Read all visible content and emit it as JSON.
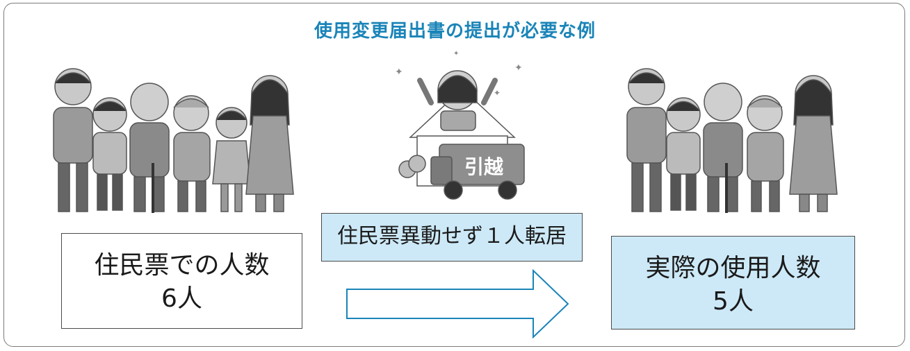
{
  "heading": "使用変更届出書の提出が必要な例",
  "left_box": {
    "line1": "住民票での人数",
    "line2": "6人"
  },
  "middle_label": "住民票異動せず１人転居",
  "right_box": {
    "line1": "実際の使用人数",
    "line2": "5人"
  },
  "truck_sign": "引越",
  "colors": {
    "heading": "#1a84b8",
    "highlight_box_fill": "#cde9f7",
    "arrow_stroke": "#1a84b8",
    "frame_border": "#7a7a7a",
    "illustration_gray": "#8c8c8c"
  }
}
